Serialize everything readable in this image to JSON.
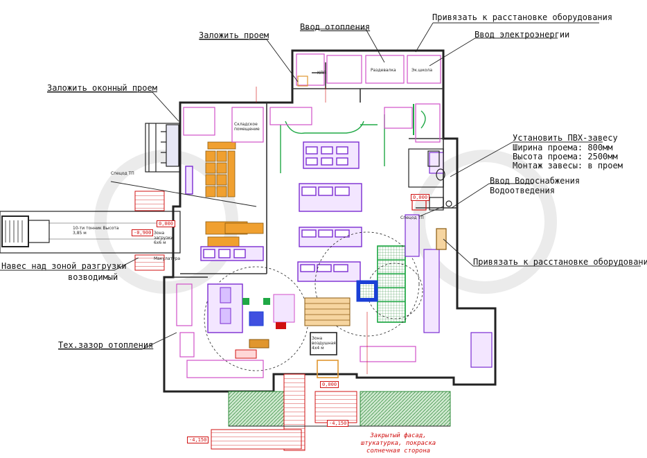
{
  "callouts": {
    "heating_input": "Ввод отопления",
    "bind_equipment_top": "Привязать к расстановке оборудования",
    "brick_opening": "Заложить проем",
    "electric_input": "Ввод электроэнергии",
    "brick_window": "Заложить оконный проем",
    "pvc_curtain_1": "Установить ПВХ-завесу",
    "pvc_curtain_2": "Ширина проема: 800мм",
    "pvc_curtain_3": "Высота проема: 2500мм",
    "pvc_curtain_4": "Монтаж завесы: в проем",
    "water_input_1": "Ввод Водоснабжения",
    "water_input_2": "Водоотведения",
    "bind_equipment_right": "Привязать к расстановке оборудования",
    "canopy_1": "Навес над зоной разгрузки",
    "canopy_2": "возводимый",
    "heating_gap": "Тех.зазор отопления"
  },
  "facade_note": [
    "Закрытый фасад,",
    "штукатурка, покраска",
    "солнечная сторона"
  ],
  "levels": {
    "l1": "-0,900",
    "l2": "0,000",
    "l3": "0,000",
    "l4": "0,000",
    "l5": "-4,150",
    "l6": "-4,150"
  },
  "room_labels": {
    "kpp": "КПП",
    "razdevalka": "Раздевалка",
    "ek_shkola": "Эк.школа",
    "sklad": "Складское помещение",
    "zona_zagruzki": "Зона загрузки 6х6 м",
    "makulatura": "Макулатура",
    "truck": "10-ти тонник Высота 3,85 м",
    "zona_vozdushnaya": "Зона воздушная 4х4 м",
    "spec_1": "Спецод ТП",
    "spec_2": "Спецод ТП"
  },
  "colors": {
    "wall": "#222222",
    "equipment": "#7a2bd1",
    "pink": "#d04fc8",
    "green": "#1fa845",
    "red": "#d01010",
    "orange": "#e0962e",
    "blue": "#1a3fd6",
    "hatch_green": "#2e8b3a"
  }
}
